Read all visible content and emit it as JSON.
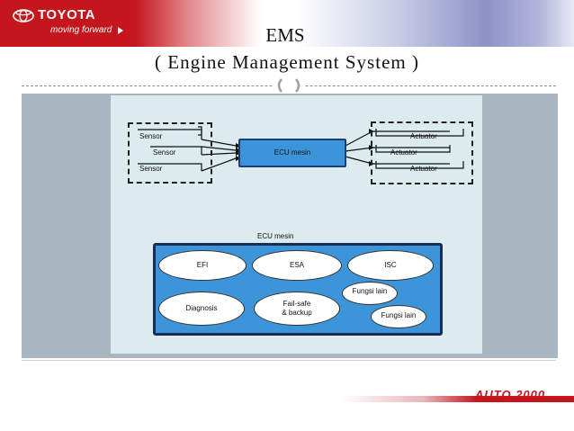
{
  "header": {
    "brand": "TOYOTA",
    "tagline": "moving forward",
    "title_line1": "EMS",
    "title_line2": "( Engine Management System )"
  },
  "diagram": {
    "sensors": [
      "Sensor",
      "Sensor",
      "Sensor"
    ],
    "ecu_label": "ECU mesin",
    "actuators": [
      "Actuator",
      "Actuator",
      "Actuator"
    ],
    "ecu_block_label": "ECU mesin",
    "functions": {
      "efi": "EFI",
      "esa": "ESA",
      "isc": "ISC",
      "diagnosis": "Diagnosis",
      "failsafe_line1": "Fail-safe",
      "failsafe_line2": "& backup",
      "fungsi_lain_1": "Fungsi lain",
      "fungsi_lain_2": "Fungsi lain"
    }
  },
  "footer": {
    "logo": "AUTO 2000"
  },
  "colors": {
    "brand_red": "#c4161c",
    "ecu_blue": "#3d95d9",
    "panel_grey": "#a9b6c2",
    "inner_bg": "#dcecee"
  }
}
